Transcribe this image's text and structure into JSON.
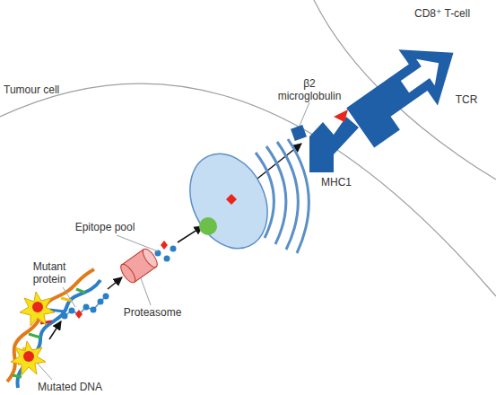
{
  "diagram": {
    "nodes": [
      {
        "text": [
          "Tumour cell"
        ]
      },
      {
        "text": [
          "CD8⁺ T-cell"
        ]
      }
    ],
    "labels": [
      "β2 microglobulin",
      "TCR",
      "MHC1",
      "Epitope pool",
      "Mutant protein",
      "Proteasome",
      "Mutated DNA"
    ]
  }
}
